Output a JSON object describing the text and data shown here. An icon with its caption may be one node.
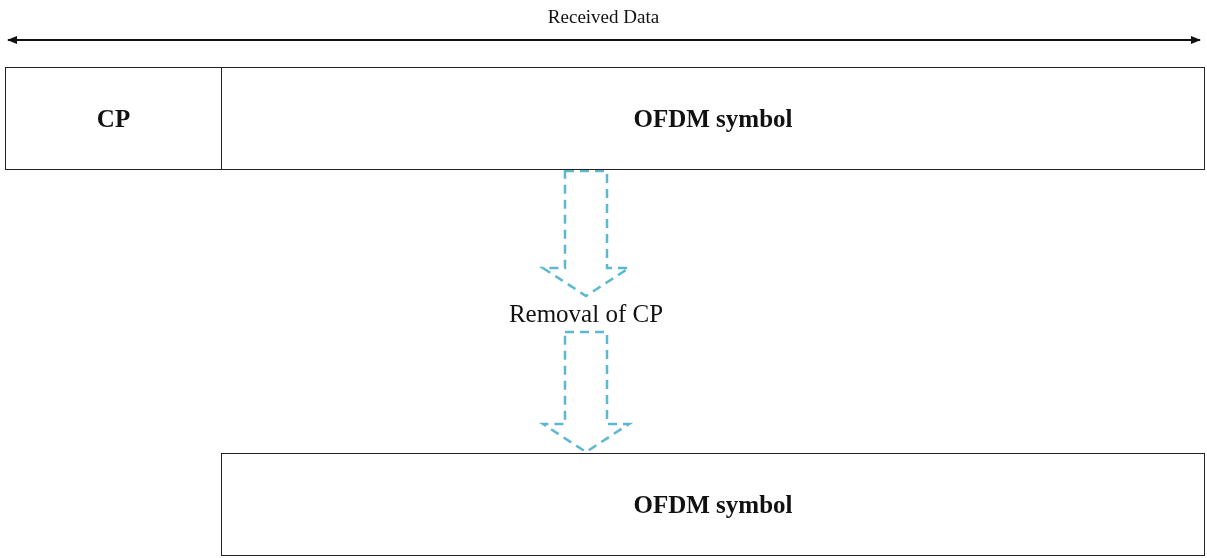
{
  "diagram": {
    "nodes": [
      {
        "text": [
          "CP"
        ]
      },
      {
        "text": [
          "OFDM symbol"
        ]
      },
      {
        "text": [
          "Removal of CP"
        ]
      },
      {
        "text": [
          "OFDM symbol"
        ]
      }
    ],
    "edges": [
      {
        "from": 1,
        "to": 2,
        "arrow": "to",
        "style": "dashed",
        "color": "#5bb8d0"
      },
      {
        "from": 2,
        "to": 3,
        "arrow": "to",
        "style": "dashed",
        "color": "#5bb8d0"
      }
    ],
    "labels": [
      "Received Data"
    ]
  }
}
